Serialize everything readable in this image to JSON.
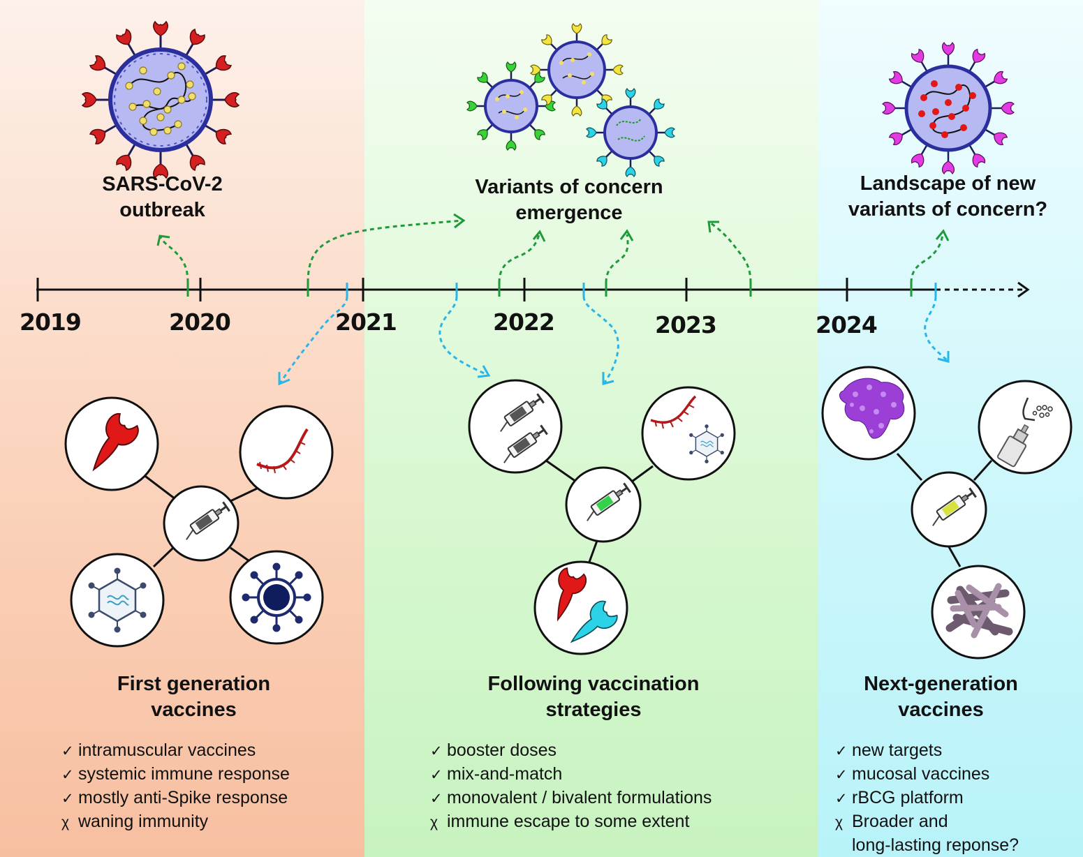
{
  "timeline": {
    "years": [
      "2019",
      "2020",
      "2021",
      "2022",
      "2023",
      "2024"
    ]
  },
  "events": {
    "outbreak": {
      "line1": "SARS-CoV-2",
      "line2": "outbreak"
    },
    "variants": {
      "line1": "Variants of concern",
      "line2": "emergence"
    },
    "landscape": {
      "line1": "Landscape of new",
      "line2": "variants of concern?"
    }
  },
  "sections": {
    "first": {
      "title_line1": "First generation",
      "title_line2": "vaccines",
      "items": [
        {
          "mark": "✓",
          "text": "intramuscular vaccines"
        },
        {
          "mark": "✓",
          "text": "systemic immune response"
        },
        {
          "mark": "✓",
          "text": "mostly anti-Spike response"
        },
        {
          "mark": "χ",
          "text": "waning immunity"
        }
      ]
    },
    "following": {
      "title_line1": "Following vaccination",
      "title_line2": "strategies",
      "items": [
        {
          "mark": "✓",
          "text": "booster doses"
        },
        {
          "mark": "✓",
          "text": "mix-and-match"
        },
        {
          "mark": "✓",
          "text": "monovalent / bivalent formulations"
        },
        {
          "mark": "χ",
          "text": "immune escape to some extent"
        }
      ]
    },
    "next": {
      "title_line1": "Next-generation",
      "title_line2": "vaccines",
      "items": [
        {
          "mark": "✓",
          "text": "new targets"
        },
        {
          "mark": "✓",
          "text": "mucosal vaccines"
        },
        {
          "mark": "✓",
          "text": "rBCG platform"
        },
        {
          "mark": "χ",
          "text": "Broader and"
        },
        {
          "mark": "",
          "text": "long-lasting reponse?"
        }
      ]
    }
  },
  "colors": {
    "timeline": "#111111",
    "virus_arrow": "#1e9a3a",
    "vaccine_arrow": "#29b5e8",
    "spike_original": "#d42020",
    "spike_variant": "#2cd3e6",
    "virion_fill": "#b7b9f2",
    "virion_membrane": "#2b2f9e"
  },
  "icons": {
    "spike": "spike-protein-icon",
    "mrna": "mrna-icon",
    "syringe": "syringe-icon",
    "adenovirus": "adenovirus-vector-icon",
    "inactivated": "inactivated-virus-icon",
    "protein": "protein-antigen-icon",
    "nasal": "nasal-spray-icon",
    "bacteria": "bcg-bacteria-icon"
  }
}
